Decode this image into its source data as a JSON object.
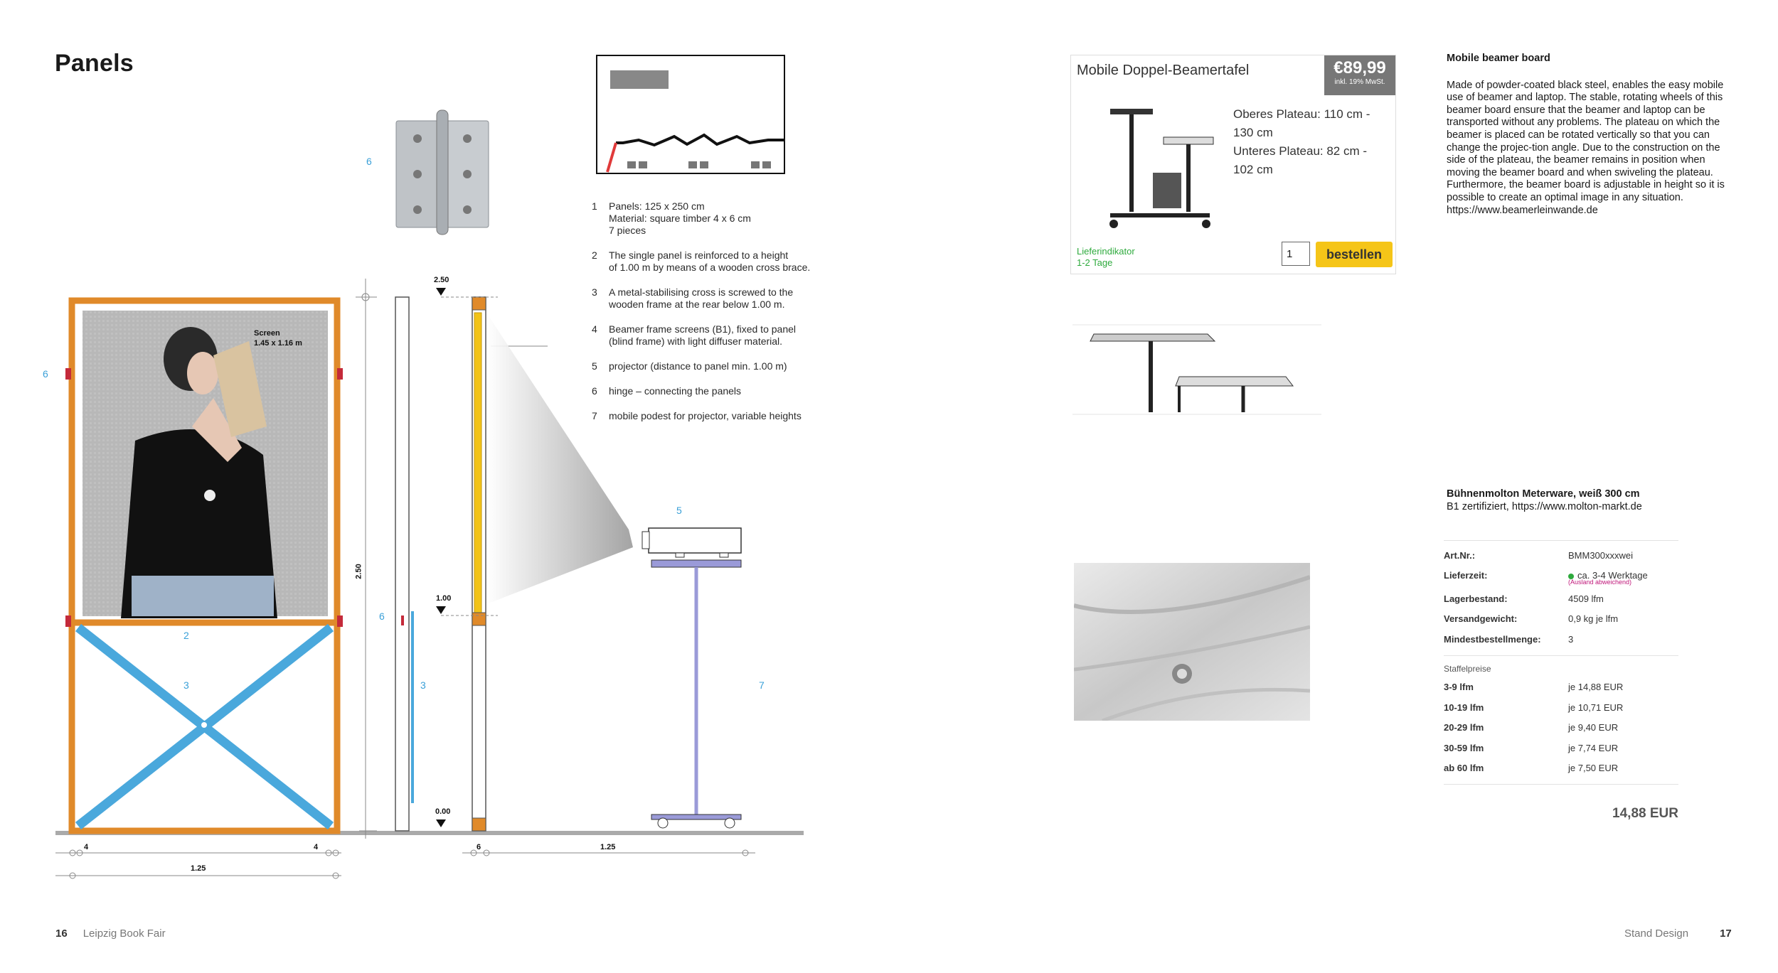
{
  "left_page": {
    "title": "Panels",
    "legend": [
      {
        "num": "1",
        "text": "Panels: 125 x 250 cm\nMaterial: square timber 4 x 6 cm\n7 pieces"
      },
      {
        "num": "2",
        "text": "The single panel is reinforced to a height\nof 1.00 m by means of a wooden cross brace."
      },
      {
        "num": "3",
        "text": "A metal-stabilising cross is screwed to the\nwooden frame at the rear below 1.00 m."
      },
      {
        "num": "4",
        "text": "Beamer frame screens (B1), fixed to panel\n(blind frame) with light diffuser material."
      },
      {
        "num": "5",
        "text": "projector (distance to panel min. 1.00 m)"
      },
      {
        "num": "6",
        "text": "hinge – connecting the panels"
      },
      {
        "num": "7",
        "text": "mobile podest for projector, variable heights"
      }
    ],
    "drawing": {
      "screen_label": "Screen",
      "screen_size": "1.45 x 1.16 m",
      "dim_250": "2.50",
      "dim_100": "1.00",
      "dim_000": "0.00",
      "dim_height": "2.50",
      "dim_4a": "4",
      "dim_4b": "4",
      "dim_125a": "1.25",
      "dim_6": "6",
      "dim_125b": "1.25",
      "callout_6a": "6",
      "callout_6b": "6",
      "callout_6c": "6",
      "callout_2": "2",
      "callout_3a": "3",
      "callout_3b": "3",
      "callout_5": "5",
      "callout_7": "7"
    },
    "footer_num": "16",
    "footer_label": "Leipzig Book Fair"
  },
  "right_page": {
    "product_card": {
      "name": "Mobile Doppel-Beamertafel",
      "price": "€89,99",
      "vat": "inkl. 19% MwSt.",
      "spec": "Oberes Plateau: 110 cm -\n130 cm\nUnteres Plateau: 82 cm -\n102 cm",
      "availability": "Lieferindikator\n1-2 Tage",
      "quantity": "1",
      "order_label": "bestellen"
    },
    "beamer_heading": "Mobile beamer board",
    "beamer_text": "Made of powder-coated black steel, enables the easy mobile use of beamer and laptop. The stable, rotating wheels of this beamer board ensure that the beamer and laptop can be transported without any problems. The plateau on which the beamer is placed can be rotated vertically so that you can change the projec-tion angle. Due to the construction on the side of the plateau, the beamer remains in position when moving the beamer board and when swiveling the plateau. Furthermore, the beamer board is adjustable in height so it is possible to create an optimal image in any situation. https://www.beamerleinwande.de",
    "molton_heading": "Bühnenmolton Meterware, weiß 300 cm",
    "molton_sub": "B1 zertifiziert, https://www.molton-markt.de",
    "specs": [
      {
        "k": "Art.Nr.:",
        "v": "BMM300xxxwei"
      },
      {
        "k": "Lieferzeit:",
        "v": "ca. 3-4 Werktage"
      },
      {
        "k": "Lagerbestand:",
        "v": "4509 lfm"
      },
      {
        "k": "Versandgewicht:",
        "v": "0,9 kg je lfm"
      },
      {
        "k": "Mindestbestellmenge:",
        "v": "3"
      }
    ],
    "delivery_note": "(Ausland abweichend)",
    "staffel_label": "Staffelpreise",
    "staffel": [
      {
        "k": "3-9 lfm",
        "v": "je 14,88 EUR"
      },
      {
        "k": "10-19 lfm",
        "v": "je 10,71 EUR"
      },
      {
        "k": "20-29 lfm",
        "v": "je 9,40 EUR"
      },
      {
        "k": "30-59 lfm",
        "v": "je 7,74 EUR"
      },
      {
        "k": "ab 60 lfm",
        "v": "je 7,50 EUR"
      }
    ],
    "total_price": "14,88 EUR",
    "footer_label": "Stand Design",
    "footer_num": "17"
  }
}
